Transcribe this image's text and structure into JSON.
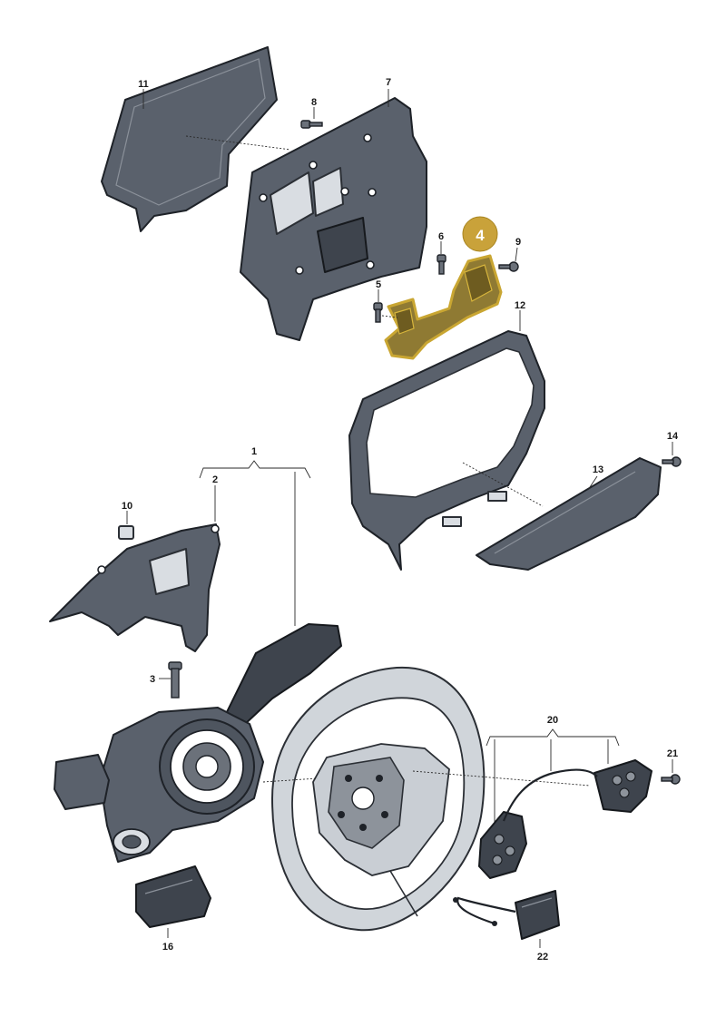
{
  "callouts": {
    "c1": "1",
    "c2": "2",
    "c3": "3",
    "c4": "4",
    "c5": "5",
    "c6": "6",
    "c7": "7",
    "c8": "8",
    "c9": "9",
    "c10": "10",
    "c11": "11",
    "c12": "12",
    "c13": "13",
    "c14": "14",
    "c16": "16",
    "c20": "20",
    "c21": "21",
    "c22": "22"
  },
  "highlight": {
    "color": "#c9a23a"
  }
}
